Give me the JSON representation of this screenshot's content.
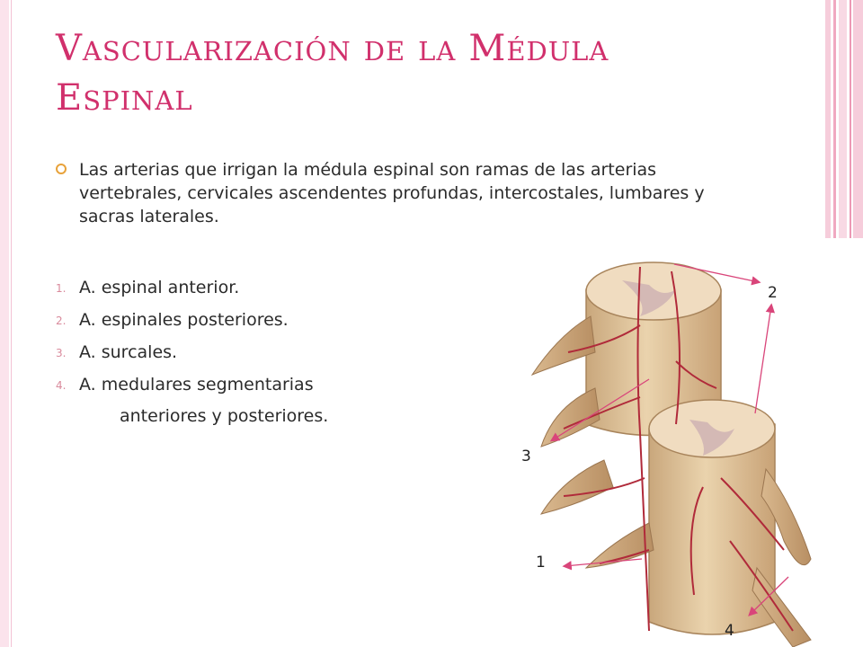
{
  "slide": {
    "title_words": [
      {
        "cap": "V",
        "rest": "ascularización"
      },
      {
        "cap": "",
        "rest": "de"
      },
      {
        "cap": "",
        "rest": "la"
      },
      {
        "cap": "M",
        "rest": "édula"
      },
      {
        "cap": "E",
        "rest": "spinal"
      }
    ],
    "bullet_text": "Las arterias que irrigan la médula espinal son ramas de las arterias vertebrales, cervicales ascendentes profundas, intercostales, lumbares y sacras laterales.",
    "numbered_items": [
      {
        "marker": "1.",
        "text": "A. espinal anterior."
      },
      {
        "marker": "2.",
        "text": "A. espinales posteriores."
      },
      {
        "marker": "3.",
        "text": "A. surcales."
      },
      {
        "marker": "4.",
        "text": "A. medulares segmentarias"
      }
    ],
    "item4_continuation": "anteriores y posteriores."
  },
  "figure": {
    "labels": {
      "l1": "1",
      "l2": "2",
      "l3": "3",
      "l4": "4"
    }
  },
  "colors": {
    "title": "#d1306c",
    "accent_bullet": "#e8a23a",
    "arrow": "#d9457a",
    "frame_pink": "#f3c2d4"
  }
}
